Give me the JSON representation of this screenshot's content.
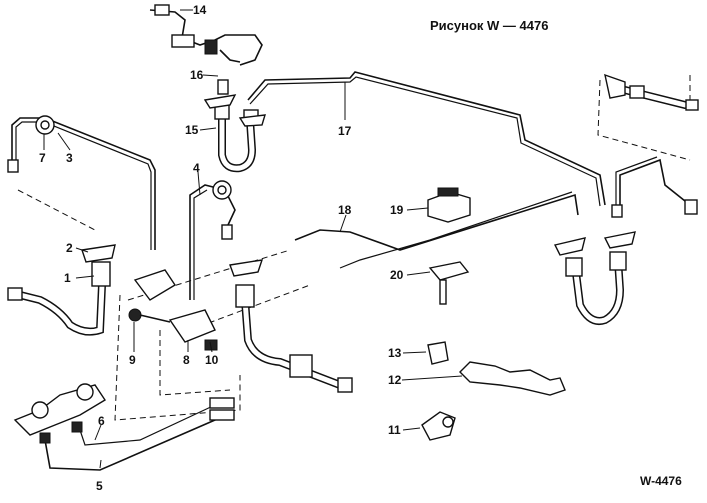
{
  "figure": {
    "title": "Рисунок W — 4476",
    "code": "W-4476"
  },
  "callouts": [
    {
      "id": "c1",
      "label": "1"
    },
    {
      "id": "c2",
      "label": "2"
    },
    {
      "id": "c3",
      "label": "3"
    },
    {
      "id": "c4",
      "label": "4"
    },
    {
      "id": "c5",
      "label": "5"
    },
    {
      "id": "c6",
      "label": "6"
    },
    {
      "id": "c7",
      "label": "7"
    },
    {
      "id": "c8",
      "label": "8"
    },
    {
      "id": "c9",
      "label": "9"
    },
    {
      "id": "c10",
      "label": "10"
    },
    {
      "id": "c11",
      "label": "11"
    },
    {
      "id": "c12",
      "label": "12"
    },
    {
      "id": "c13",
      "label": "13"
    },
    {
      "id": "c14",
      "label": "14"
    },
    {
      "id": "c15",
      "label": "15"
    },
    {
      "id": "c16",
      "label": "16"
    },
    {
      "id": "c17",
      "label": "17"
    },
    {
      "id": "c18",
      "label": "18"
    },
    {
      "id": "c19",
      "label": "19"
    },
    {
      "id": "c20",
      "label": "20"
    }
  ]
}
